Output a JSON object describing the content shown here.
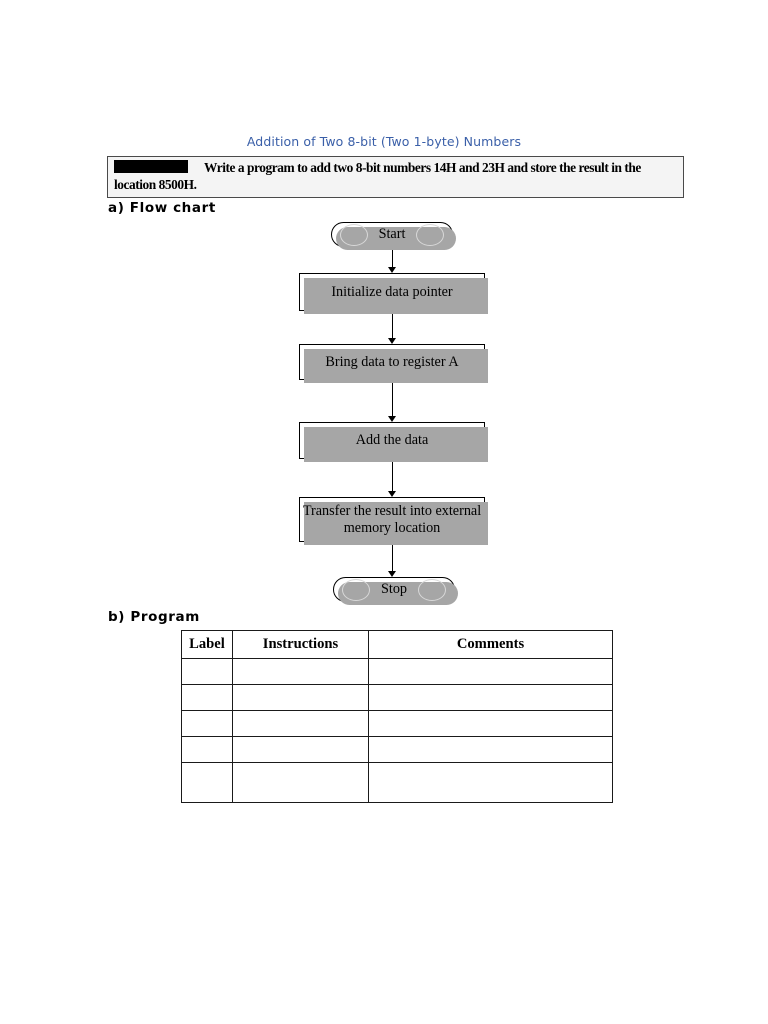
{
  "document": {
    "title": "Addition of Two 8-bit (Two 1-byte) Numbers",
    "title_color": "#3a5fa8"
  },
  "task_statement": {
    "redacted_prefix": "",
    "text": "Write a program to add two 8-bit numbers 14H and 23H and store the result in the location 8500H.",
    "background": "#f4f4f4",
    "border_color": "#4a4a4a"
  },
  "sections": {
    "a": {
      "label": "a) Flow chart"
    },
    "b": {
      "label": "b) Program"
    }
  },
  "flowchart": {
    "nodes": [
      {
        "id": "start",
        "shape": "terminator",
        "label": "Start"
      },
      {
        "id": "init",
        "shape": "process",
        "label": "Initialize data pointer"
      },
      {
        "id": "bring",
        "shape": "process",
        "label": "Bring data to register A"
      },
      {
        "id": "add",
        "shape": "process",
        "label": "Add the data"
      },
      {
        "id": "transfer",
        "shape": "process",
        "label": "Transfer the result into external memory location"
      },
      {
        "id": "stop",
        "shape": "terminator",
        "label": "Stop"
      }
    ],
    "edges": [
      {
        "from": "start",
        "to": "init"
      },
      {
        "from": "init",
        "to": "bring"
      },
      {
        "from": "bring",
        "to": "add"
      },
      {
        "from": "add",
        "to": "transfer"
      },
      {
        "from": "transfer",
        "to": "stop"
      }
    ],
    "shadow_color": "#a6a6a6",
    "line_color": "#000000"
  },
  "program_table": {
    "headers": [
      "Label",
      "Instructions",
      "Comments"
    ],
    "rows": [
      [
        "",
        "",
        ""
      ],
      [
        "",
        "",
        ""
      ],
      [
        "",
        "",
        ""
      ],
      [
        "",
        "",
        ""
      ],
      [
        "",
        "",
        ""
      ]
    ],
    "row_count": 5
  }
}
